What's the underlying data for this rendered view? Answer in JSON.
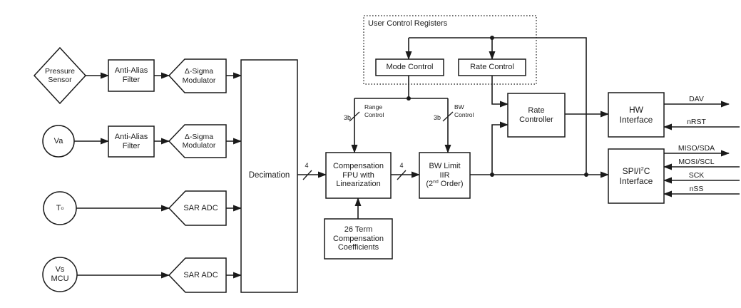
{
  "colors": {
    "ink": "#1a1a1a",
    "background": "#ffffff"
  },
  "sources": {
    "pressure_sensor": "Pressure\nSensor",
    "va": "Va",
    "temp_main": "T",
    "temp_sup": "o",
    "vs_mcu": "Vs\nMCU"
  },
  "blocks": {
    "anti_alias": "Anti-Alias\nFilter",
    "delta_sigma": "Δ-Sigma\nModulator",
    "sar_adc": "SAR ADC",
    "decimation": "Decimation",
    "compensation": "Compensation\nFPU with\nLinearization",
    "coefficients": "26 Term\nCompensation\nCoefficients",
    "bw_limit_line1": "BW Limit",
    "bw_limit_line2": "IIR",
    "bw_limit_l3_pre": "(2",
    "bw_limit_l3_sup": "nd",
    "bw_limit_l3_post": " Order)",
    "rate_controller": "Rate\nController",
    "hw_interface": "HW\nInterface",
    "spi_pre": "SPI/I",
    "spi_sup": "2",
    "spi_post": "C",
    "spi_line2": "Interface"
  },
  "registers": {
    "title": "User Control Registers",
    "mode_control": "Mode Control",
    "rate_control": "Rate Control"
  },
  "buses": {
    "dec_comp_width": "4",
    "comp_bw_width": "4",
    "range_bits": "3b",
    "range_label": "Range\nControl",
    "bw_bits": "3b",
    "bw_label": "BW\nControl"
  },
  "pins": {
    "dav": "DAV",
    "nrst": "nRST",
    "miso_sda": "MISO/SDA",
    "mosi_scl": "MOSI/SCL",
    "sck": "SCK",
    "nss": "nSS"
  }
}
